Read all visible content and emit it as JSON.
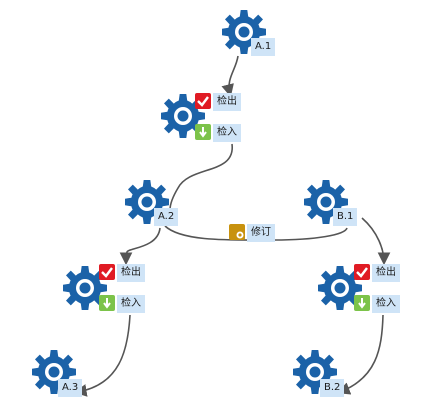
{
  "nodes": [
    {
      "id": "A.1",
      "label": "A.1"
    },
    {
      "id": "A.2",
      "label": "A.2"
    },
    {
      "id": "A.3",
      "label": "A.3"
    },
    {
      "id": "B.1",
      "label": "B.1"
    },
    {
      "id": "B.2",
      "label": "B.2"
    }
  ],
  "actions": {
    "checkout": "检出",
    "checkin": "检入",
    "revise": "修订"
  },
  "colors": {
    "gear": "#1b62a8",
    "label_bg": "#cfe4f7",
    "checkout_icon": "#e01b24",
    "checkin_icon": "#7cc34a",
    "revise_icon": "#c8920e",
    "edge": "#555555"
  }
}
